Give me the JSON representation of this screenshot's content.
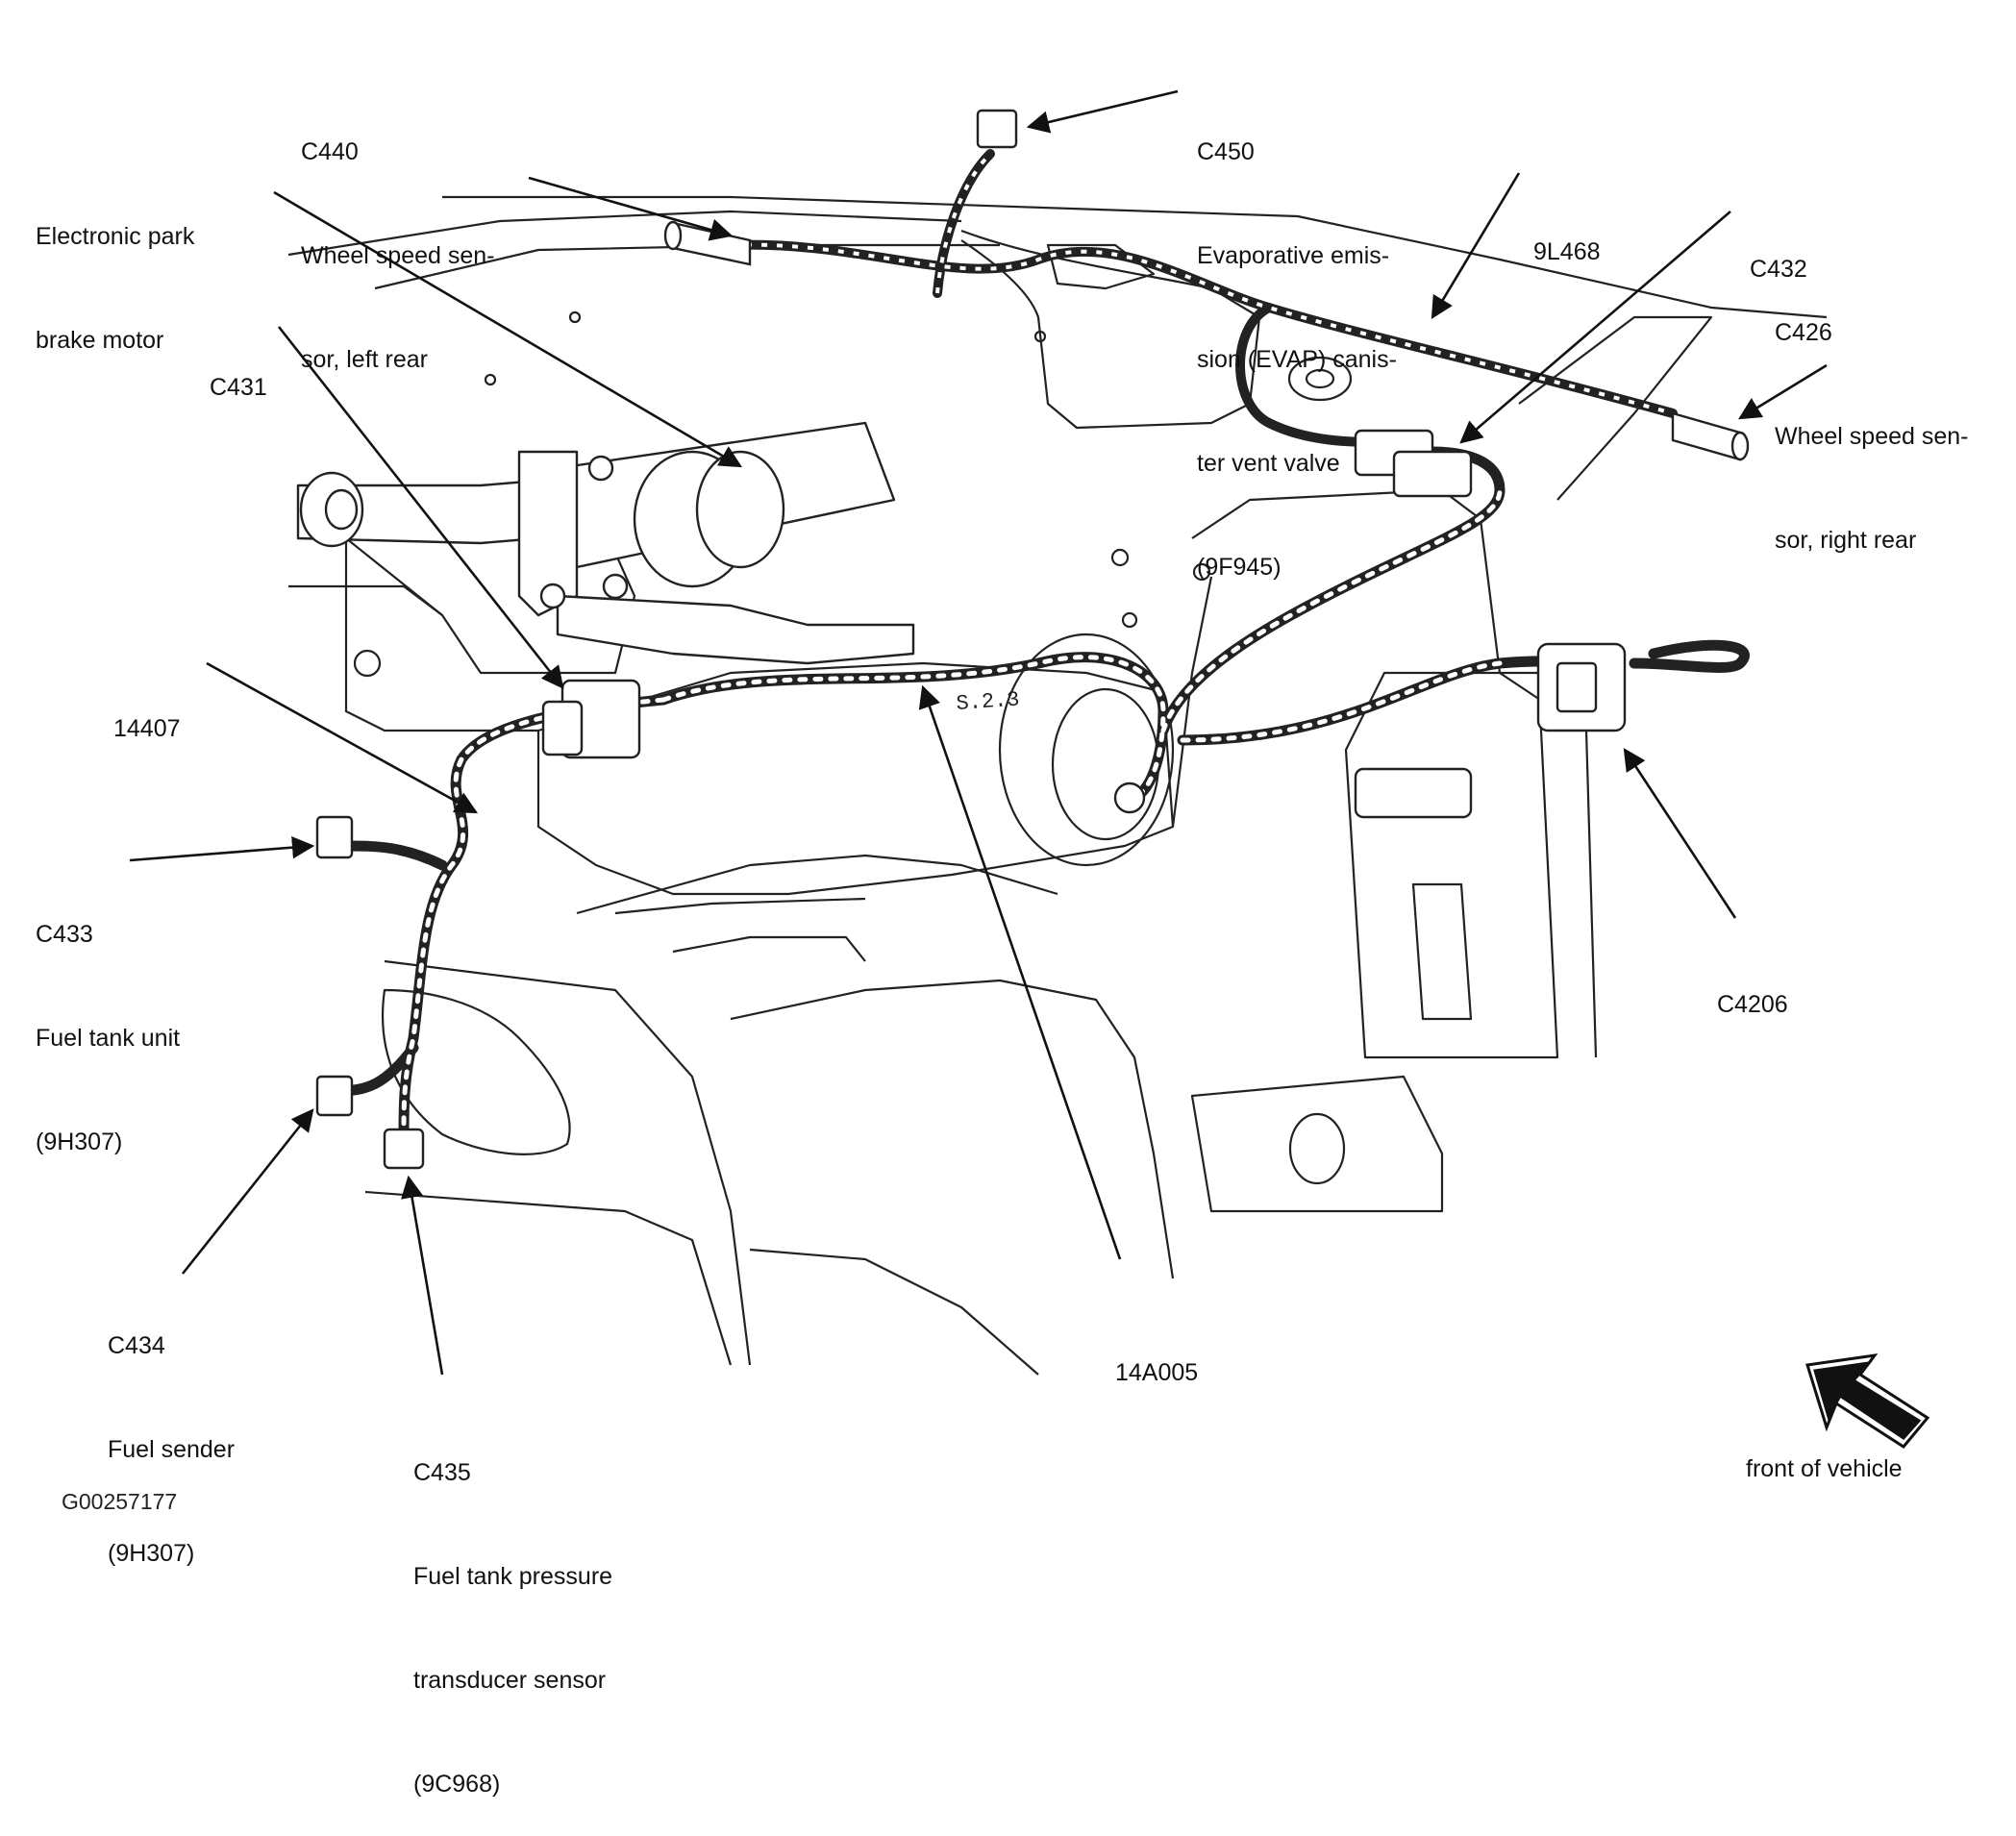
{
  "figure_id": "G00257177",
  "callouts": [
    {
      "id": "c440",
      "lines": [
        "C440",
        "Wheel speed sen-",
        "sor, left rear"
      ]
    },
    {
      "id": "c450",
      "lines": [
        "C450",
        "Evaporative emis-",
        "sion (EVAP) canis-",
        "ter vent valve",
        "(9F945)"
      ]
    },
    {
      "id": "park-brake",
      "lines": [
        "Electronic park",
        "brake motor"
      ]
    },
    {
      "id": "9l468",
      "lines": [
        "9L468"
      ]
    },
    {
      "id": "c432",
      "lines": [
        "C432"
      ]
    },
    {
      "id": "c426",
      "lines": [
        "C426",
        "Wheel speed sen-",
        "sor, right rear"
      ]
    },
    {
      "id": "c431",
      "lines": [
        "C431"
      ]
    },
    {
      "id": "14407",
      "lines": [
        "14407"
      ]
    },
    {
      "id": "c433",
      "lines": [
        "C433",
        "Fuel tank unit",
        "(9H307)"
      ]
    },
    {
      "id": "c4206",
      "lines": [
        "C4206"
      ]
    },
    {
      "id": "c434",
      "lines": [
        "C434",
        "Fuel sender",
        "(9H307)"
      ]
    },
    {
      "id": "14a005",
      "lines": [
        "14A005"
      ]
    },
    {
      "id": "c435",
      "lines": [
        "C435",
        "Fuel tank pressure",
        "transducer sensor",
        "(9C968)"
      ]
    }
  ],
  "direction_label": "front of vehicle",
  "drawing_mark": "S.2.3",
  "colors": {
    "ink": "#111111",
    "paper": "#ffffff"
  }
}
